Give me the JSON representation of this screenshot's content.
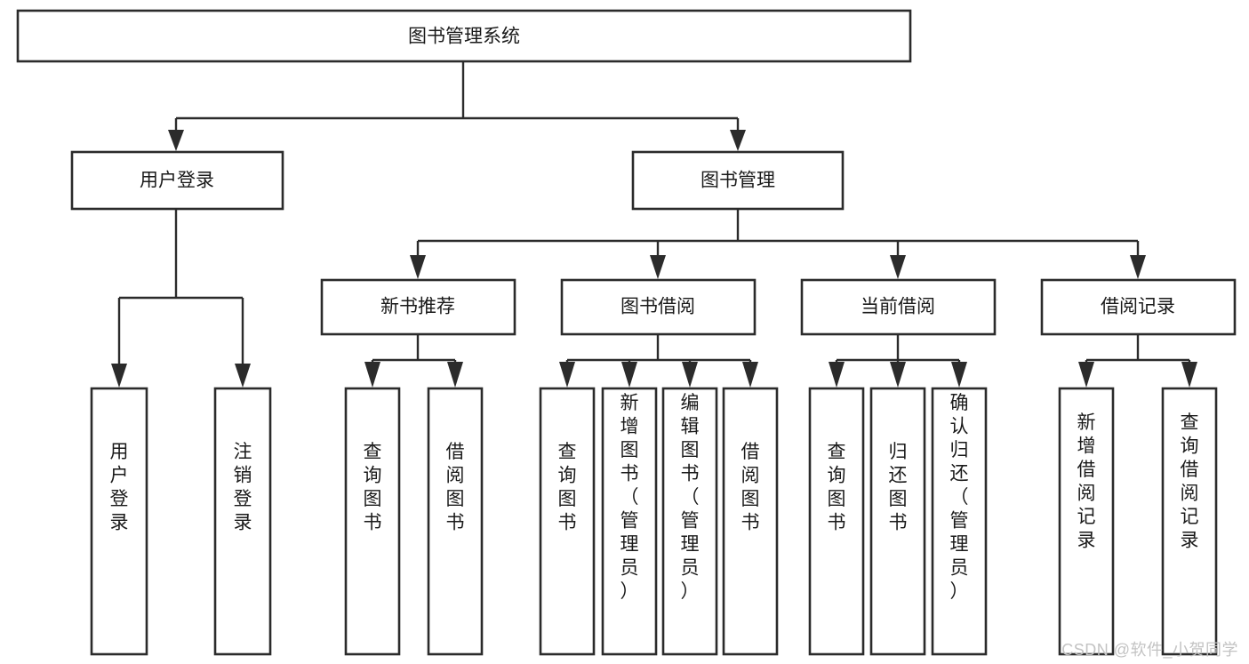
{
  "diagram": {
    "type": "tree",
    "title_node": {
      "label": "图书管理系统"
    },
    "level2": [
      {
        "label": "用户登录"
      },
      {
        "label": "图书管理"
      }
    ],
    "level3": [
      {
        "label": "新书推荐"
      },
      {
        "label": "图书借阅"
      },
      {
        "label": "当前借阅"
      },
      {
        "label": "借阅记录"
      }
    ],
    "leaves": {
      "user_login": [
        {
          "label": "用户登录"
        },
        {
          "label": "注销登录"
        }
      ],
      "new_book_recommend": [
        {
          "label": "查询图书"
        },
        {
          "label": "借阅图书"
        }
      ],
      "book_borrow": [
        {
          "label": "查询图书"
        },
        {
          "label": "新增图书（管理员）"
        },
        {
          "label": "编辑图书（管理员）"
        },
        {
          "label": "借阅图书"
        }
      ],
      "current_borrow": [
        {
          "label": "查询图书"
        },
        {
          "label": "归还图书"
        },
        {
          "label": "确认归还（管理员）"
        }
      ],
      "borrow_record": [
        {
          "label": "新增借阅记录"
        },
        {
          "label": "查询借阅记录"
        }
      ]
    }
  },
  "watermark": {
    "text": "CSDN @软件_小贺同学"
  },
  "colors": {
    "stroke": "#2b2b2b",
    "fill": "#ffffff",
    "text": "#1a1a1a",
    "watermark": "#c3c3c3"
  }
}
